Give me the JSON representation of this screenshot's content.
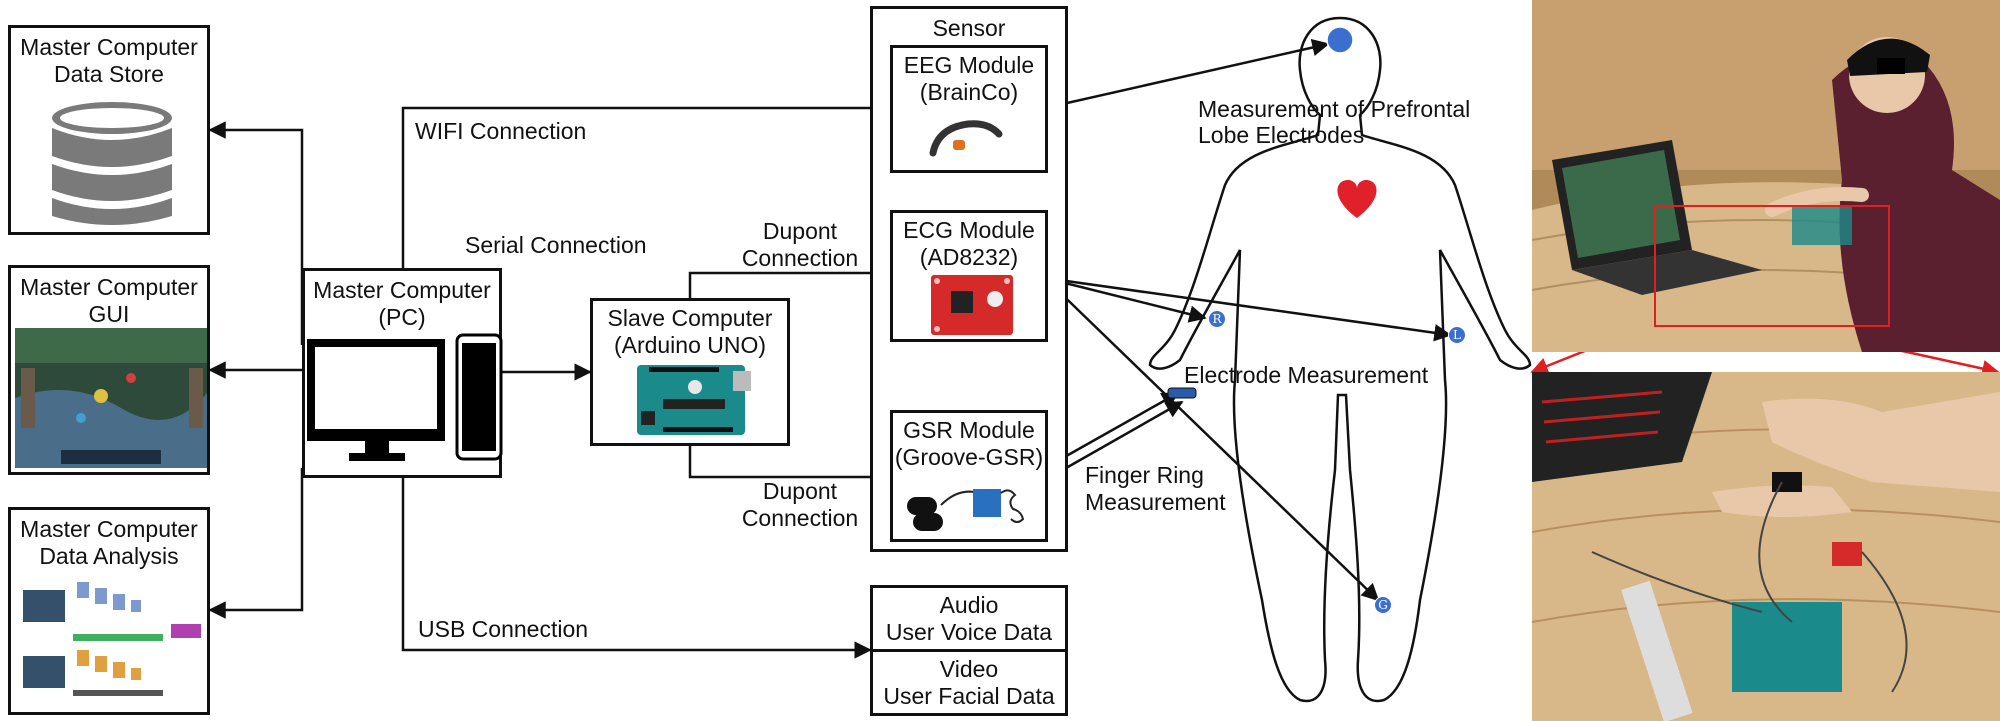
{
  "master": {
    "data_store": {
      "line1": "Master Computer",
      "line2": "Data Store",
      "icon": "database-icon"
    },
    "gui": {
      "line1": "Master Computer",
      "line2": "GUI"
    },
    "analysis": {
      "line1": "Master Computer",
      "line2": "Data Analysis"
    },
    "pc": {
      "line1": "Master Computer",
      "line2": "(PC)"
    }
  },
  "slave": {
    "line1": "Slave Computer",
    "line2": "(Arduino UNO)"
  },
  "sensor": {
    "title": "Sensor",
    "eeg": {
      "line1": "EEG Module",
      "line2": "(BrainCo)"
    },
    "ecg": {
      "line1": "ECG Module",
      "line2": "(AD8232)"
    },
    "gsr": {
      "line1": "GSR Module",
      "line2": "(Groove-GSR)"
    }
  },
  "av": {
    "audio": {
      "line1": "Audio",
      "line2": "User Voice Data"
    },
    "video": {
      "line1": "Video",
      "line2": "User Facial Data"
    }
  },
  "connections": {
    "wifi": "WIFI Connection",
    "serial": "Serial Connection",
    "dupont_top": {
      "line1": "Dupont",
      "line2": "Connection"
    },
    "dupont_bottom": {
      "line1": "Dupont",
      "line2": "Connection"
    },
    "usb": "USB Connection"
  },
  "body": {
    "prefrontal": {
      "line1": "Measurement of Prefrontal",
      "line2": "Lobe Electrodes"
    },
    "electrode": "Electrode Measurement",
    "finger": {
      "line1": "Finger Ring",
      "line2": "Measurement"
    },
    "marker_r": "R",
    "marker_l": "L",
    "marker_g": "G"
  },
  "colors": {
    "heart": "#e0202a",
    "electrode": "#3a6fd0",
    "highlight": "#e02020"
  }
}
